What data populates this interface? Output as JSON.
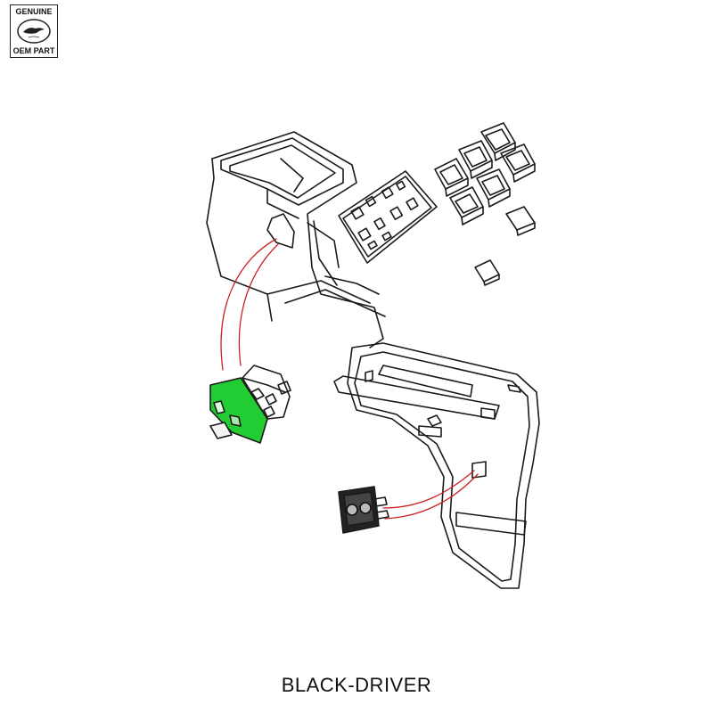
{
  "badge": {
    "top_text": "GENUINE",
    "bottom_text": "OEM PART",
    "logo_icon": "oem-oval-logo-icon"
  },
  "caption": {
    "text": "BLACK-DRIVER"
  },
  "colors": {
    "line": "#1a1a1a",
    "leader": "#cc2222",
    "highlight": "#22cc33"
  }
}
